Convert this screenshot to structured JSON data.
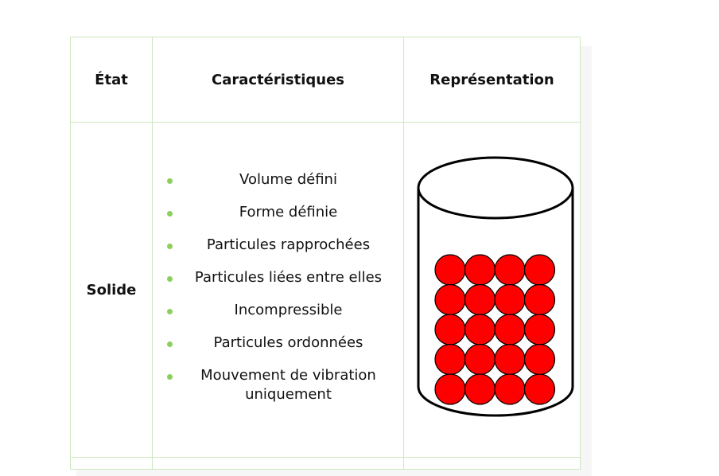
{
  "headers": {
    "etat": "État",
    "caracteristiques": "Caractéristiques",
    "representation": "Représentation"
  },
  "rows": [
    {
      "etat": "Solide",
      "caracteristiques": [
        "Volume défini",
        "Forme définie",
        "Particules rapprochées",
        "Particules liées entre elles",
        "Incompressible",
        "Particules ordonnées",
        "Mouvement de vibration uniquement"
      ],
      "representation": {
        "particle_color": "#ff0000",
        "particle_rows": 5,
        "particle_columns": 4
      }
    }
  ],
  "colors": {
    "table_border": "#cde8bf",
    "bullet": "#8bd05a"
  }
}
